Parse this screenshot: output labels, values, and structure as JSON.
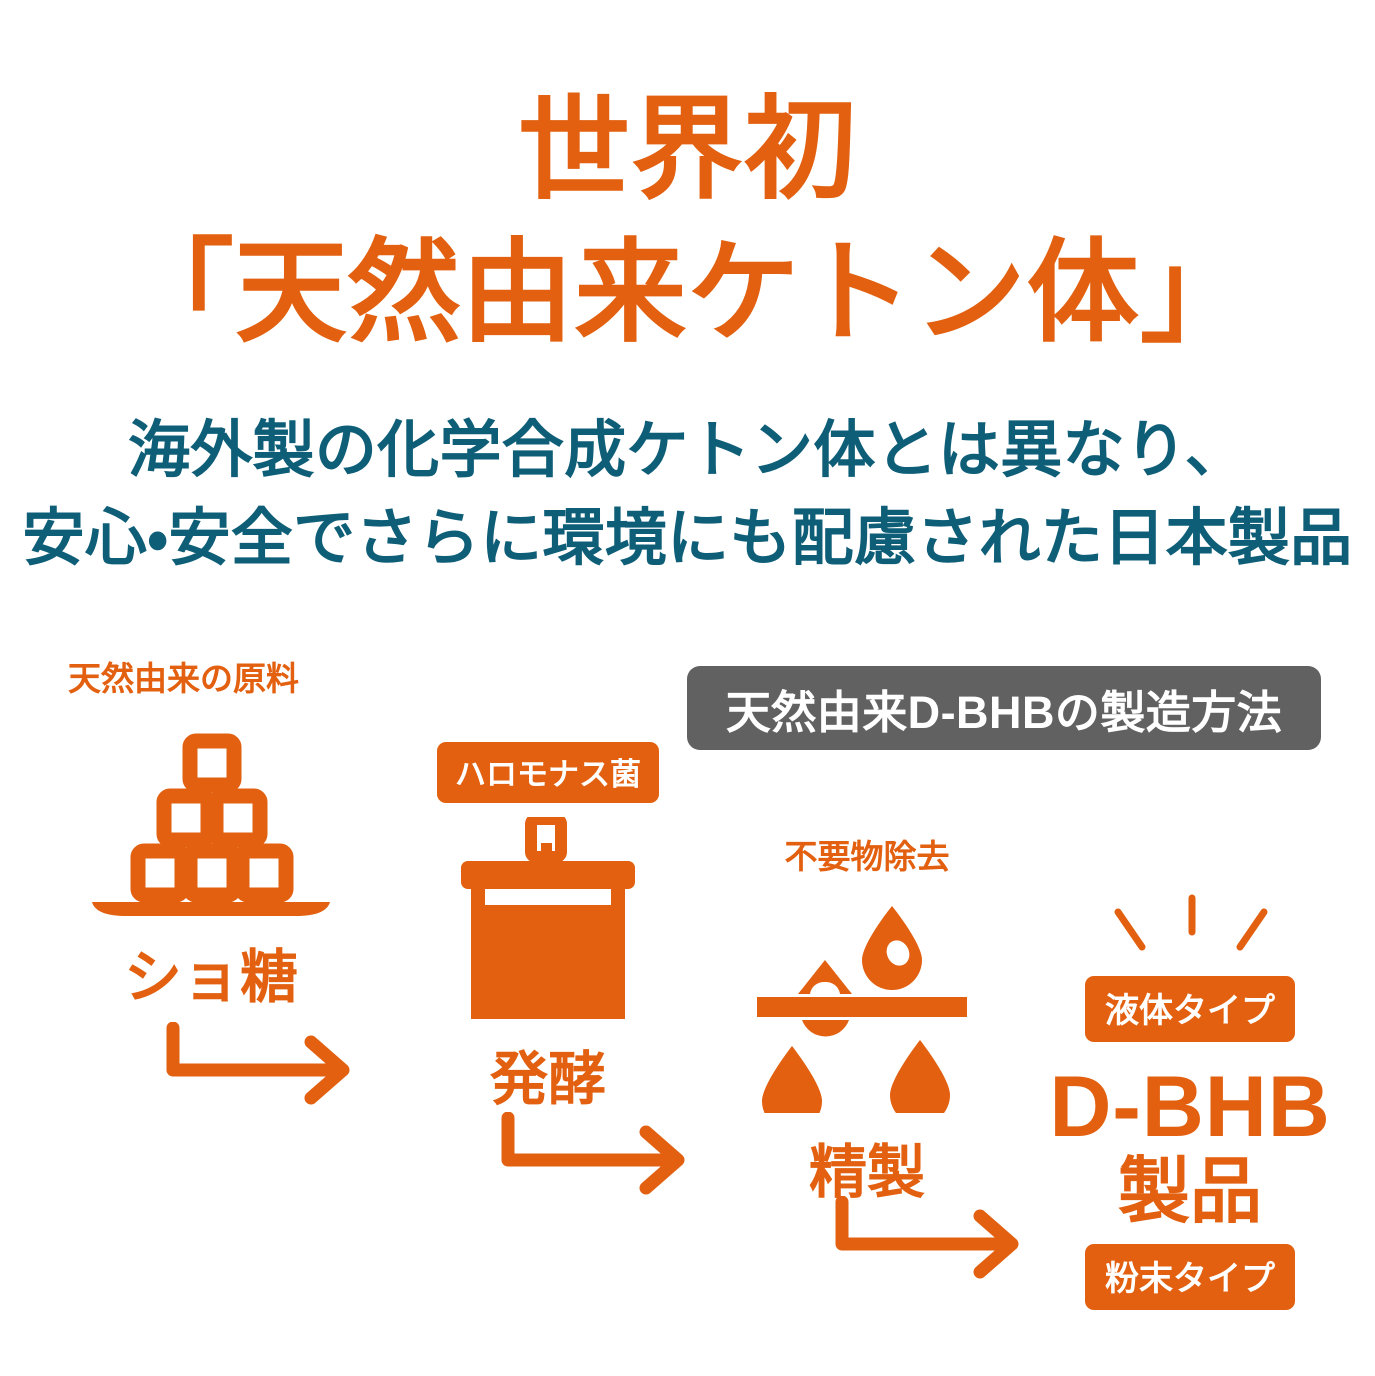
{
  "headline": {
    "line1": "世界初",
    "line2": "「天然由来ケトン体」",
    "color": "#E2600F"
  },
  "subtitle": {
    "line1": "海外製の化学合成ケトン体とは異なり、",
    "line2": "安心・安全でさらに環境にも配慮された日本製品",
    "color": "#0F5E78"
  },
  "banner": {
    "text": "天然由来D-BHBの製造方法",
    "background": "#616161",
    "text_color": "#FFFFFF"
  },
  "steps": [
    {
      "label": "天然由来の原料",
      "caption": "ショ糖",
      "icon": "sugar-cubes-icon"
    },
    {
      "badge": "ハロモナス菌",
      "caption": "発酵",
      "icon": "fermentation-tank-icon"
    },
    {
      "label": "不要物除去",
      "caption": "精製",
      "icon": "filter-drops-icon"
    },
    {
      "liquid_badge": "液体タイプ",
      "product_name": "D-BHB",
      "product_suffix": "製品",
      "powder_badge": "粉末タイプ",
      "icon": "sparkle-icon"
    }
  ],
  "arrows": {
    "count": 3,
    "shape": "elbow-right-arrow"
  },
  "palette": {
    "orange": "#E2600F",
    "teal": "#0F5E78",
    "gray": "#616161",
    "white": "#FFFFFF"
  }
}
